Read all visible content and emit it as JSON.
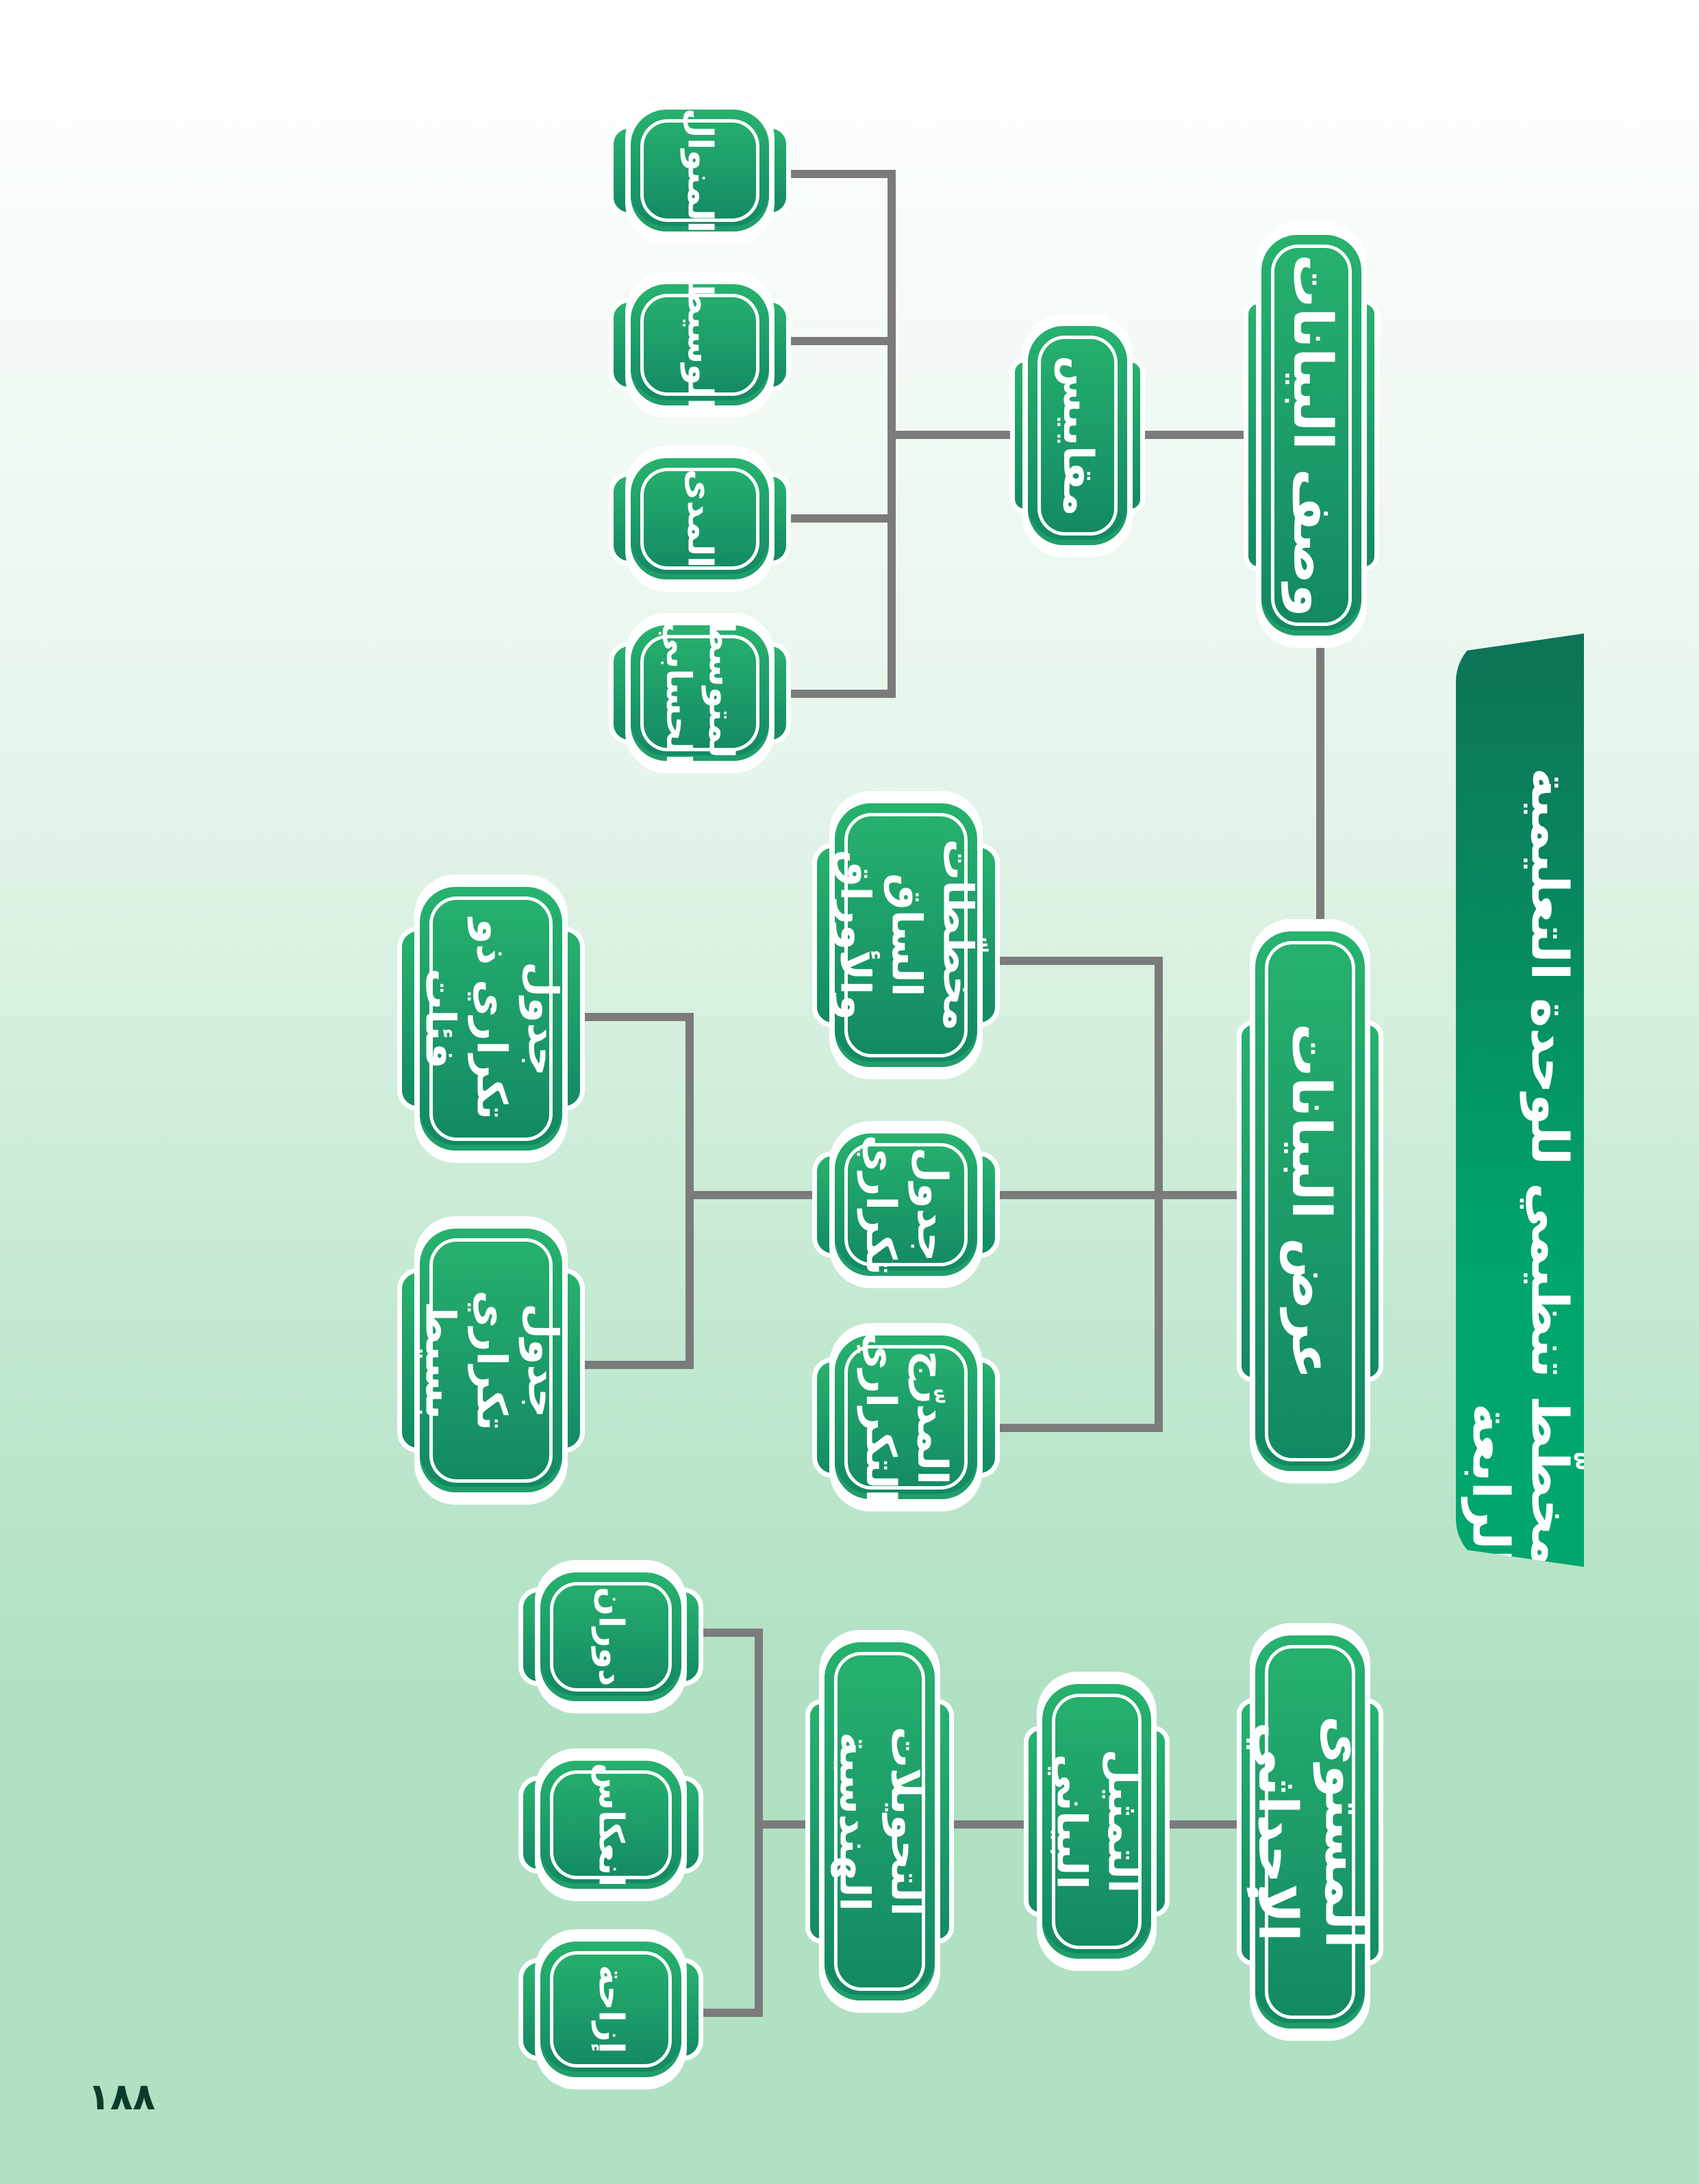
{
  "title": "مخطّط تنظيمي للوحدة التعليمية الرابعة",
  "page_number": "١٨٨",
  "colors": {
    "box_top": "#27b26e",
    "box_bottom": "#128763",
    "connector": "#7b7b7b",
    "banner": "#0e7357"
  },
  "nodes": {
    "data_description": "وصف البيانات",
    "data_display": "عرض البيانات",
    "coordinate_plane": "المستوى الإحداثي",
    "measures": "مقاييس",
    "mode": "المنوال",
    "median": "الوسيط",
    "range": "المدى",
    "mean": "المتوسط الحسابي",
    "stem_leaf": "مخطّطات الساق والأوراق",
    "frequency_table": "جدول تكراري",
    "histogram": "المدرّج التكراري",
    "grouped_table": "جدول تكراري ذو فئات",
    "simple_table": "جدول تكراري بسيط",
    "graphing": "التمثيل البياني",
    "transformations": "التحويلات الهندسية",
    "rotation": "دوران",
    "reflection": "انعكاس",
    "translation": "إزاحة"
  }
}
